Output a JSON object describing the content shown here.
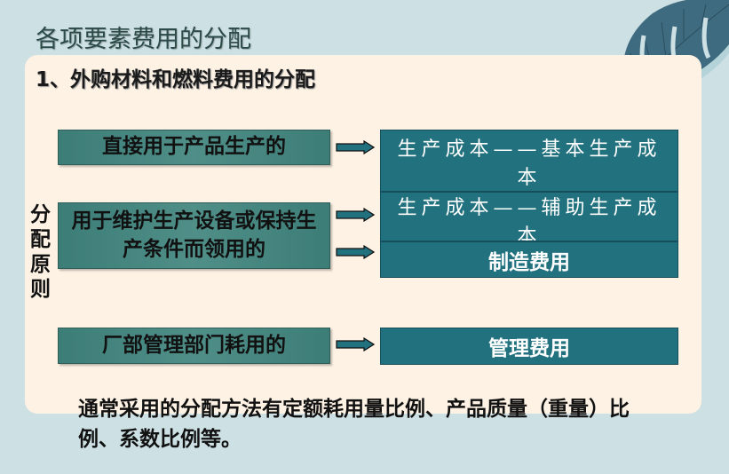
{
  "title": "各项要素费用的分配",
  "subtitle": "1、外购材料和燃料费用的分配",
  "side_label": "分配原则",
  "left_boxes": [
    "直接用于产品生产的",
    "用于维护生产设备或保持生产条件而领用的",
    "厂部管理部门耗用的"
  ],
  "right_boxes": [
    "生产成本——基本生产成本",
    "生产成本——辅助生产成本",
    "制造费用",
    "管理费用"
  ],
  "note": "通常采用的分配方法有定额耗用量比例、产品质量（重量）比例、系数比例等。",
  "colors": {
    "background": "#cde0e4",
    "panel": "#fdf2e4",
    "box": "#22717f"
  }
}
